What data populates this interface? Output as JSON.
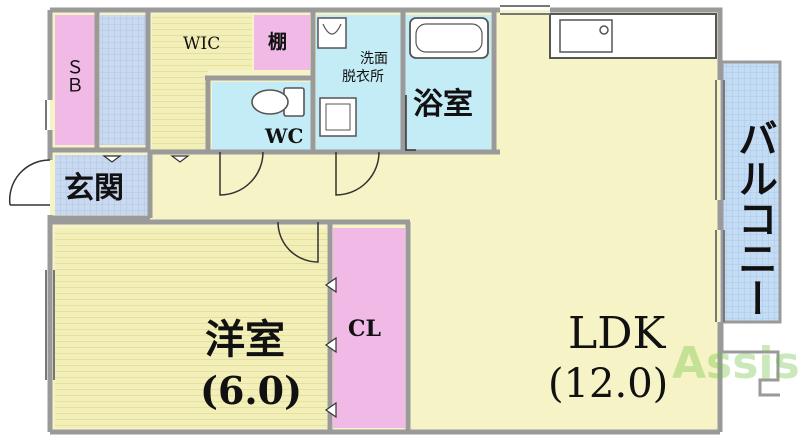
{
  "rooms": {
    "sb": "ＳＢ",
    "wic": "WIC",
    "shelf": "棚",
    "washroom_line1": "洗面",
    "washroom_line2": "脱衣所",
    "wc": "WC",
    "bath": "浴室",
    "genkan": "玄関",
    "youshitsu": "洋室",
    "youshitsu_size": "(6.0)",
    "cl": "CL",
    "ldk": "LDK",
    "ldk_size": "(12.0)",
    "balcony": "バルコニー"
  },
  "watermark": "Assist",
  "colors": {
    "wall": "#9a9a9a",
    "floor_main": "#f6f4c6",
    "room_yellow": "#f3efb8",
    "wet_blue": "#c4ecf6",
    "pink": "#f0b9e6",
    "entrance_grid": "#c9d9ef",
    "balcony_grid": "#c4dcf4"
  }
}
